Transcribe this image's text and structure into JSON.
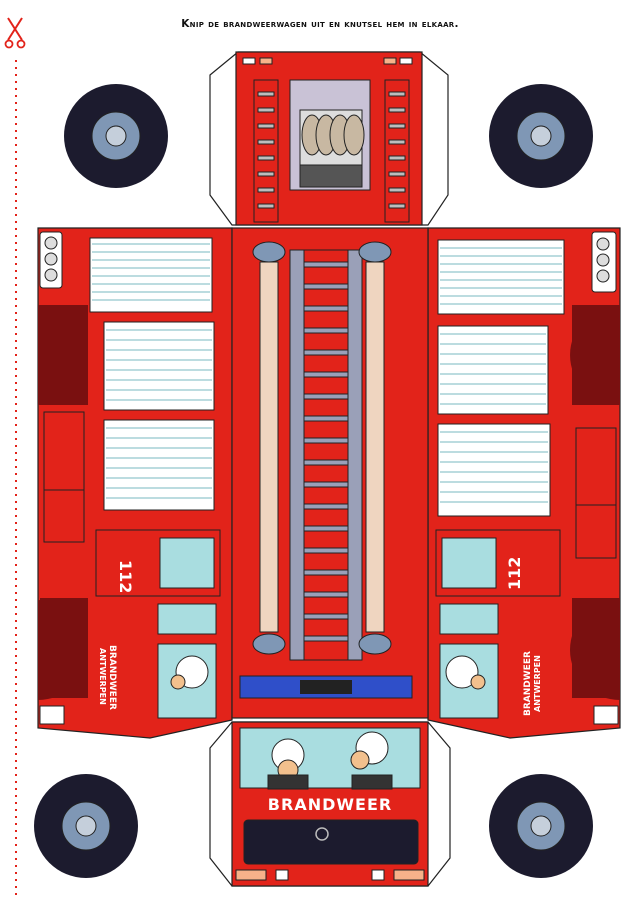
{
  "instruction": "Knip de brandweerwagen uit en knutsel hem in elkaar.",
  "labels": {
    "number_left": "112",
    "number_right": "112",
    "side_text_left_line1": "BRANDWEER",
    "side_text_left_line2": "ANTWERPEN",
    "side_text_right_line1": "BRANDWEER",
    "side_text_right_line2": "ANTWERPEN",
    "front_text": "BRANDWEER"
  },
  "colors": {
    "truck_red": "#e2231a",
    "dark_red": "#7a1010",
    "window_blue": "#a9dde0",
    "wheel_dark": "#1c1b2e",
    "hub_blue": "#7f97b5",
    "cut_line": "#e2231a"
  },
  "icons": {
    "scissors": "scissors-icon"
  }
}
